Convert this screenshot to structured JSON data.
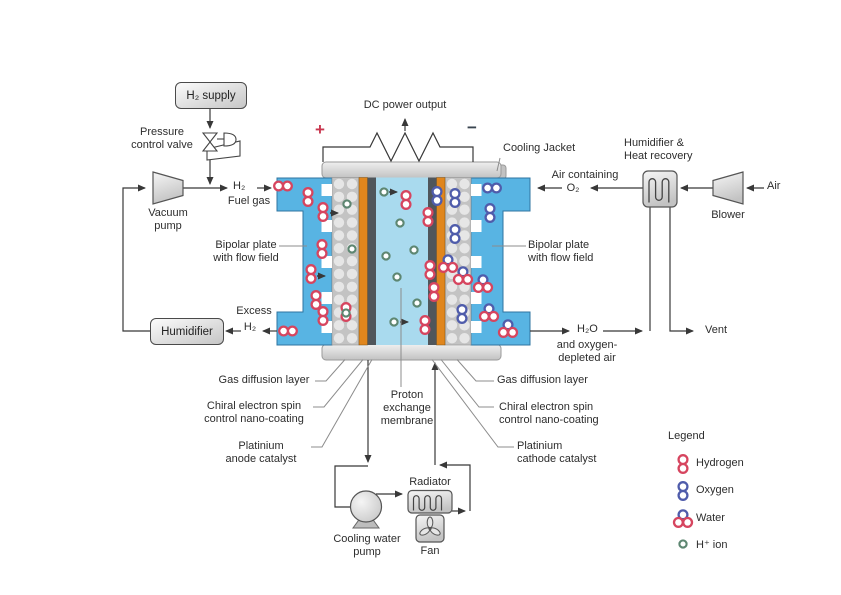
{
  "diagram": {
    "fuel_side": {
      "h2_supply": "H₂ supply",
      "pressure_valve": "Pressure\ncontrol valve",
      "vacuum_pump": "Vacuum\npump",
      "h2": "H₂",
      "fuel_gas": "Fuel gas",
      "humidifier": "Humidifier",
      "excess": "Excess",
      "excess_h2": "H₂"
    },
    "power": {
      "dc_output": "DC power output",
      "plus": "+",
      "minus": "−",
      "cooling_jacket": "Cooling Jacket"
    },
    "air_side": {
      "humidifier_heat": "Humidifier &\nHeat recovery",
      "blower": "Blower",
      "air": "Air",
      "air_containing": "Air containing",
      "o2": "O₂",
      "vent": "Vent"
    },
    "stack": {
      "bipolar_left": "Bipolar plate\nwith flow field",
      "bipolar_right": "Bipolar plate\nwith flow field",
      "gdl_left": "Gas diffusion layer",
      "gdl_right": "Gas diffusion layer",
      "chiral_left": "Chiral electron spin\ncontrol nano-coating",
      "chiral_right": "Chiral electron spin\ncontrol nano-coating",
      "pt_anode": "Platinium\nanode catalyst",
      "pt_cathode": "Platinium\ncathode catalyst",
      "pem": "Proton\nexchange\nmembrane"
    },
    "outlet": {
      "h2o": "H₂O",
      "depleted": "and oxygen-\ndepleted air"
    },
    "cooling": {
      "pump": "Cooling water\npump",
      "radiator": "Radiator",
      "fan": "Fan"
    },
    "legend": {
      "title": "Legend",
      "items": [
        {
          "key": "hydrogen",
          "label": "Hydrogen"
        },
        {
          "key": "oxygen",
          "label": "Oxygen"
        },
        {
          "key": "water",
          "label": "Water"
        },
        {
          "key": "h_ion",
          "label": "H⁺ ion"
        }
      ]
    },
    "colors": {
      "hydrogen": "#d6455f",
      "oxygen": "#4f5cab",
      "h_ion": "#5d8671",
      "flow_blue": "#58b4e3",
      "membrane_blue": "#a9daee",
      "nano_coating_orange": "#e0861d",
      "catalyst_dark": "#50565b",
      "plus_red": "#c9374f"
    }
  }
}
